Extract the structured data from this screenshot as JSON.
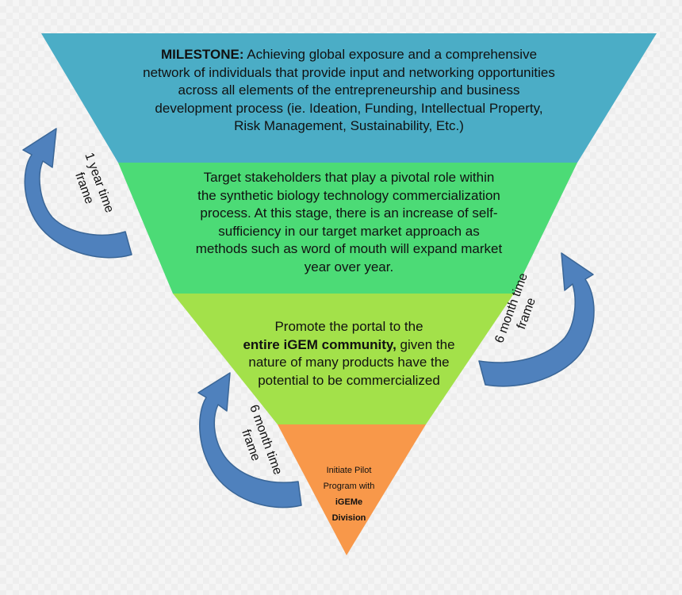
{
  "tiers": [
    {
      "label_bold": "MILESTONE:",
      "text": "Achieving global exposure and a comprehensive network of individuals that provide input and networking opportunities across all elements of the entrepreneurship and business development process (ie. Ideation, Funding, Intellectual Property, Risk Management, Sustainability, Etc.)",
      "color": "#4badc6"
    },
    {
      "text": "Target stakeholders that play a pivotal role within the synthetic biology technology commercialization process. At this stage, there is an increase of self-sufficiency in our target market approach as methods such as word of mouth will expand market year over year.",
      "color": "#4cdb76"
    },
    {
      "text_before": "Promote the portal to the",
      "text_bold": "entire iGEM community,",
      "text_after": "given the nature of many products have the potential to be commercialized",
      "color": "#a3e14a"
    },
    {
      "line1": "Initiate Pilot",
      "line2": "Program with",
      "bold1": "iGEMe",
      "bold2": "Division",
      "color": "#f8984a"
    }
  ],
  "timeframes": {
    "left_top": {
      "line1": "1 year time",
      "line2": "frame"
    },
    "right_mid": {
      "line1": "6 month time",
      "line2": "frame"
    },
    "left_bottom": {
      "line1": "6 month time",
      "line2": "frame"
    }
  },
  "arrow_color": "#4f81bd"
}
